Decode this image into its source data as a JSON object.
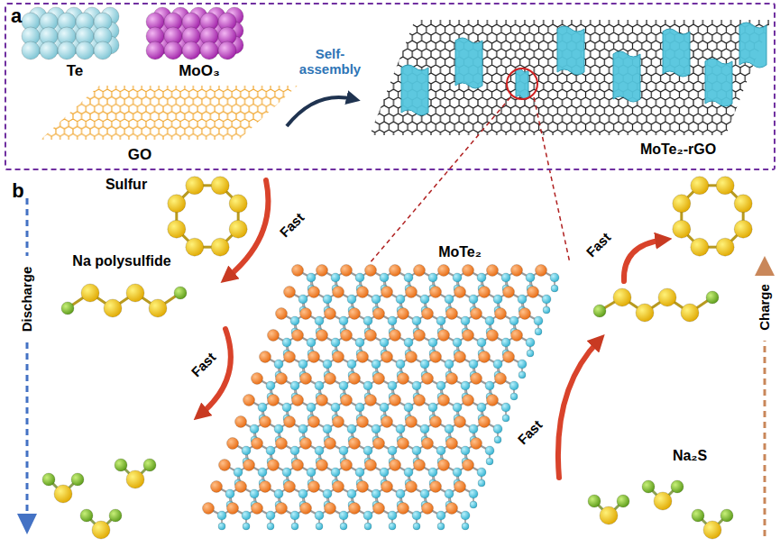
{
  "diagram": {
    "nodes": [
      {
        "text": [
          "a"
        ]
      }
    ],
    "labels": [
      "Te",
      "MoO₃",
      "GO",
      "Self- assembly",
      "MoTe₂-rGO",
      "b",
      "Sulfur",
      "Fast",
      "Na polysulfide",
      "Discharge",
      "Fast",
      "MoTe₂",
      "Fast",
      "Charge",
      "Fast",
      "Na₂S"
    ]
  }
}
